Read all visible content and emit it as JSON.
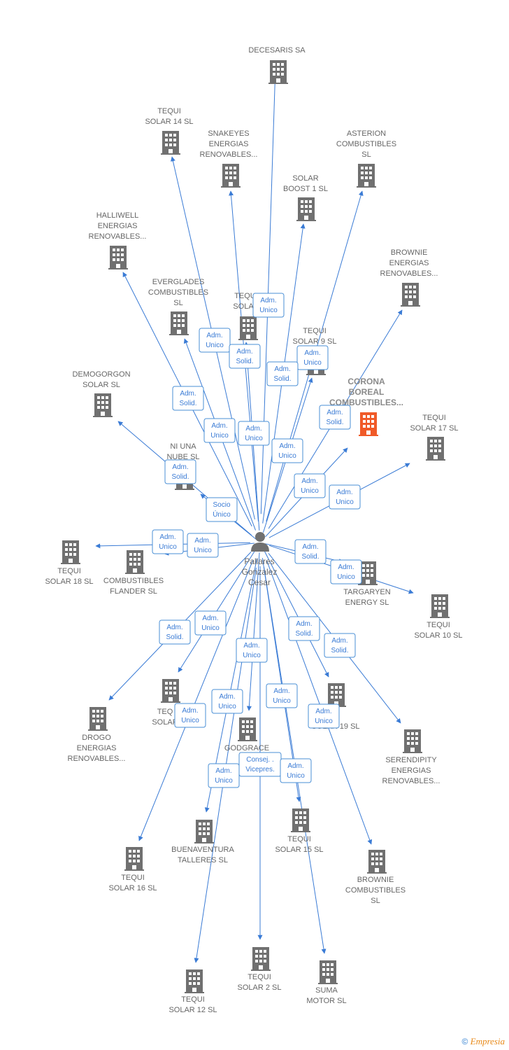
{
  "colors": {
    "edge": "#3a7bd5",
    "building": "#707070",
    "highlight": "#f05a28",
    "person": "#707070"
  },
  "center": {
    "label_lines": [
      "Pallares",
      "Gonzalez",
      "Cesar"
    ],
    "icon": "person-icon"
  },
  "nodes": [
    {
      "id": "decesaris",
      "lines": [
        "DECESARIS SA"
      ]
    },
    {
      "id": "tequi-14",
      "lines": [
        "TEQUI",
        "SOLAR 14 SL"
      ]
    },
    {
      "id": "snakeyes",
      "lines": [
        "SNAKEYES",
        "ENERGIAS",
        "RENOVABLES..."
      ]
    },
    {
      "id": "asterion",
      "lines": [
        "ASTERION",
        "COMBUSTIBLES",
        "SL"
      ]
    },
    {
      "id": "solar-boost",
      "lines": [
        "SOLAR",
        "BOOST 1  SL"
      ]
    },
    {
      "id": "halliwell",
      "lines": [
        "HALLIWELL",
        "ENERGIAS",
        "RENOVABLES..."
      ]
    },
    {
      "id": "brownie-energias",
      "lines": [
        "BROWNIE",
        "ENERGIAS",
        "RENOVABLES..."
      ]
    },
    {
      "id": "everglades",
      "lines": [
        "EVERGLADES",
        "COMBUSTIBLES",
        "SL"
      ]
    },
    {
      "id": "tequi-solar-a",
      "lines": [
        "TEQUI",
        "SOLAR"
      ]
    },
    {
      "id": "tequi-9",
      "lines": [
        "TEQUI",
        "SOLAR 9 SL"
      ]
    },
    {
      "id": "corona",
      "lines": [
        "CORONA",
        "BOREAL",
        "COMBUSTIBLES..."
      ],
      "highlight": true
    },
    {
      "id": "demogorgon",
      "lines": [
        "DEMOGORGON",
        "SOLAR  SL"
      ]
    },
    {
      "id": "tequi-17",
      "lines": [
        "TEQUI",
        "SOLAR 17 SL"
      ]
    },
    {
      "id": "ni-una-nube",
      "lines": [
        "NI UNA",
        "NUBE  SL"
      ]
    },
    {
      "id": "tequi-18",
      "lines": [
        "TEQUI",
        "SOLAR 18 SL"
      ]
    },
    {
      "id": "flander",
      "lines": [
        "COMBUSTIBLES",
        "FLANDER  SL"
      ]
    },
    {
      "id": "targaryen",
      "lines": [
        "TARGARYEN",
        "ENERGY  SL"
      ]
    },
    {
      "id": "tequi-10",
      "lines": [
        "TEQUI",
        "SOLAR 10 SL"
      ]
    },
    {
      "id": "drogo",
      "lines": [
        "DROGO",
        "ENERGIAS",
        "RENOVABLES..."
      ]
    },
    {
      "id": "tequi-solar-b",
      "lines": [
        "TEQ",
        "SOLAR"
      ]
    },
    {
      "id": "godgrace",
      "lines": [
        "GODGRACE",
        "EN"
      ]
    },
    {
      "id": "tequi-19",
      "lines": [
        "UI",
        "SOLAR 19 SL"
      ]
    },
    {
      "id": "serendipity",
      "lines": [
        "SERENDIPITY",
        "ENERGIAS",
        "RENOVABLES..."
      ]
    },
    {
      "id": "buenaventura",
      "lines": [
        "BUENAVENTURA",
        "TALLERES  SL"
      ]
    },
    {
      "id": "tequi-15",
      "lines": [
        "TEQUI",
        "SOLAR 15 SL"
      ]
    },
    {
      "id": "tequi-16",
      "lines": [
        "TEQUI",
        "SOLAR 16 SL"
      ]
    },
    {
      "id": "brownie-combustibles",
      "lines": [
        "BROWNIE",
        "COMBUSTIBLES",
        "SL"
      ]
    },
    {
      "id": "tequi-2",
      "lines": [
        "TEQUI",
        "SOLAR 2 SL"
      ]
    },
    {
      "id": "suma",
      "lines": [
        "SUMA",
        "MOTOR  SL"
      ]
    },
    {
      "id": "tequi-12",
      "lines": [
        "TEQUI",
        "SOLAR 12 SL"
      ]
    }
  ],
  "edge_labels": [
    [
      "Adm.",
      "Unico"
    ],
    [
      "Adm.",
      "Unico"
    ],
    [
      "Adm.",
      "Solid."
    ],
    [
      "Adm.",
      "Solid."
    ],
    [
      "Adm.",
      "Unico"
    ],
    [
      "Adm.",
      "Solid."
    ],
    [
      "Adm.",
      "Unico"
    ],
    [
      "Adm.",
      "Unico"
    ],
    [
      "Adm.",
      "Unico"
    ],
    [
      "Adm.",
      "Solid."
    ],
    [
      "Adm.",
      "Solid."
    ],
    [
      "Adm.",
      "Unico"
    ],
    [
      "Adm.",
      "Unico"
    ],
    [
      "Socio",
      "Único"
    ],
    [
      "Adm.",
      "Unico"
    ],
    [
      "Adm.",
      "Unico"
    ],
    [
      "Adm.",
      "Solid."
    ],
    [
      "Adm.",
      "Unico"
    ],
    [
      "Adm.",
      "Solid."
    ],
    [
      "Adm.",
      "Unico"
    ],
    [
      "Adm.",
      "Unico"
    ],
    [
      "Adm.",
      "Solid."
    ],
    [
      "Adm.",
      "Solid."
    ],
    [
      "Adm.",
      "Unico"
    ],
    [
      "Adm.",
      "Unico"
    ],
    [
      "Adm.",
      "Unico"
    ],
    [
      "Adm.",
      "Unico"
    ],
    [
      "Adm.",
      "Unico"
    ],
    [
      "Consej. .",
      "Vicepres."
    ],
    [
      "Adm.",
      "Unico"
    ]
  ],
  "footer": {
    "copyright": "©",
    "brand": "Empresia"
  }
}
